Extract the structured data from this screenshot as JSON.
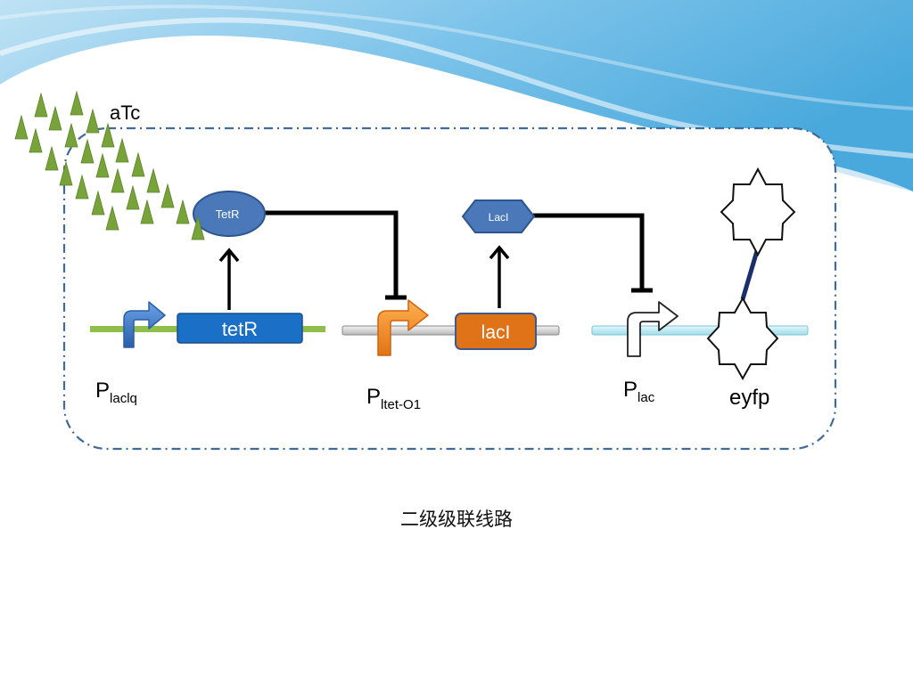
{
  "diagram": {
    "inducer": {
      "label": "aTc"
    },
    "proteins": {
      "tetr": "TetR",
      "laci": "LacI"
    },
    "genes": {
      "tetr": "tetR",
      "laci": "lacI"
    },
    "promoters": [
      {
        "name": "P",
        "sub": "laclq"
      },
      {
        "name": "P",
        "sub": "ltet-O1"
      },
      {
        "name": "P",
        "sub": "lac"
      }
    ],
    "reporter": "eyfp",
    "caption": "二级级联线路"
  },
  "colors": {
    "sky": "#5fb3e0",
    "dashed_border": "#3f6b98",
    "inducer_green": "#77a33a",
    "protein_blue": "#4a78b8",
    "tetr_gene": "#1a6fc6",
    "laci_gene": "#e07218",
    "dna_green": "#8fbf4a",
    "dna_gray": "#c8c8c8",
    "dna_cyan": "#b7e8f2",
    "promoter_blue": "#3a72c4",
    "promoter_orange": "#f08c28",
    "repression": "#000000",
    "linker": "#1b2f6e"
  }
}
